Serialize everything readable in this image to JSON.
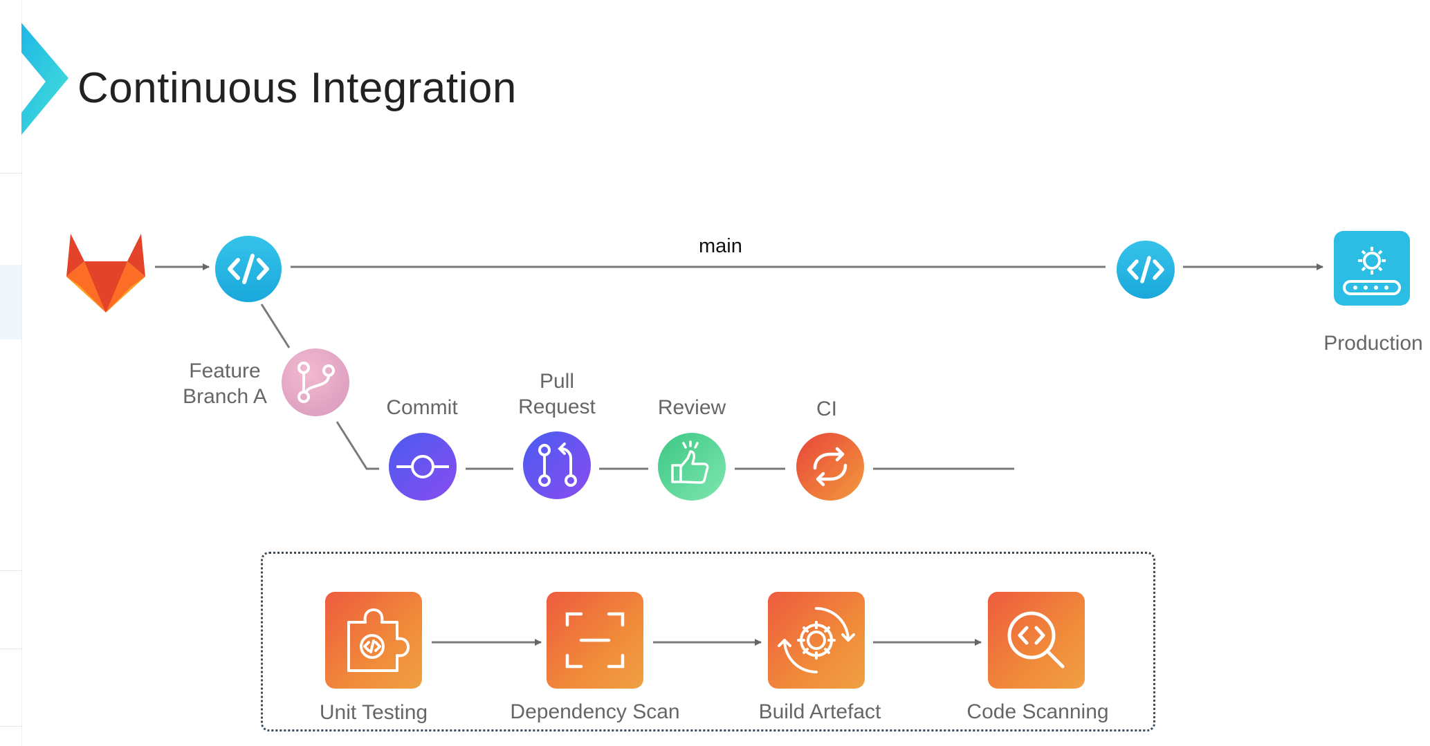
{
  "title": "Continuous Integration",
  "flow": {
    "main_label": "main",
    "feature_label": "Feature Branch A",
    "production_label": "Production",
    "stages": [
      "Commit",
      "Pull Request",
      "Review",
      "CI"
    ],
    "ci_steps": [
      "Unit Testing",
      "Dependency Scan",
      "Build Artefact",
      "Code Scanning"
    ]
  },
  "icons": {
    "source": "gitlab-logo",
    "main_node_start": "code-icon",
    "main_node_end": "code-icon",
    "production": "gear-conveyor-icon",
    "feature_branch": "branch-icon",
    "commit": "commit-icon",
    "pull_request": "pull-request-icon",
    "review": "thumbs-up-icon",
    "ci": "refresh-icon",
    "unit_testing": "puzzle-code-icon",
    "dependency_scan": "scan-frame-icon",
    "build_artefact": "gear-cycle-icon",
    "code_scanning": "code-search-icon"
  },
  "colors": {
    "accent_cyan": "#2bbde3",
    "branch_pink": "#e6a3c3",
    "commit_purple": "#6a4ef0",
    "review_green": "#4fd18e",
    "ci_orange": "#ee6538",
    "tile_orange": "#ee6a3c",
    "line_gray": "#777777"
  }
}
